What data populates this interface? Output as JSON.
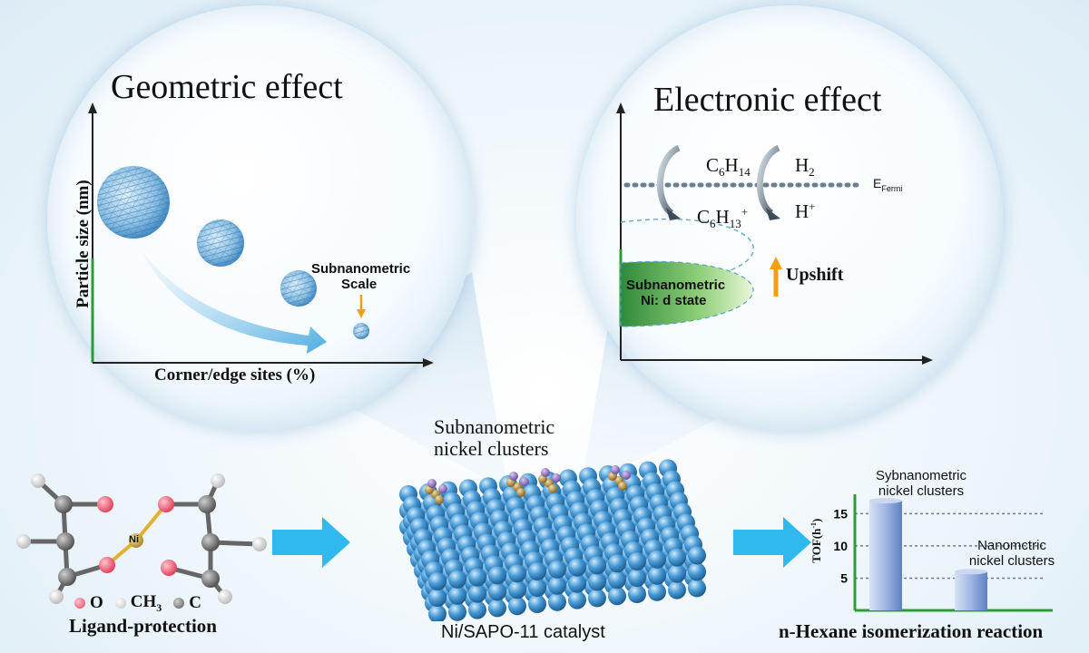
{
  "geometric": {
    "title": "Geometric effect",
    "y_axis": "Particle size (nm)",
    "x_axis": "Corner/edge sites (%)",
    "subnano_label_1": "Subnanometric",
    "subnano_label_2": "Scale"
  },
  "electronic": {
    "title": "Electronic effect",
    "c6h14": "C6H14",
    "c6h13": "C6H13+",
    "h2": "H2",
    "hplus": "H+",
    "efermi": "E",
    "efermi_sub": "Fermi",
    "dstate_1": "Subnanometric",
    "dstate_2": "Ni: d state",
    "upshift": "Upshift"
  },
  "ligand": {
    "legend_o": "O",
    "legend_ch3": "CH",
    "legend_ch3_sub": "3",
    "legend_c": "C",
    "ni_label": "Ni",
    "caption": "Ligand-protection"
  },
  "catalyst": {
    "cluster_label_1": "Subnanometric",
    "cluster_label_2": "nickel clusters",
    "caption": "Ni/SAPO-11 catalyst"
  },
  "chart_data": {
    "type": "bar",
    "categories": [
      "Sybnanometric nickel clusters",
      "Nanomctric nickel clusters"
    ],
    "values": [
      17,
      6
    ],
    "ylabel": "TOF(h-1)",
    "yticks": [
      5,
      10,
      15
    ],
    "ylim": [
      0,
      18
    ],
    "title": "n-Hexane isomerization reaction",
    "bar_color": "#9fb6e2"
  },
  "chart_text": {
    "bar1_1": "Sybnanometric",
    "bar1_2": "nickel clusters",
    "bar2_1": "Nanomctric",
    "bar2_2": "nickel clusters",
    "ylabel_main": "TOF(h",
    "ylabel_sup": "-1",
    "ylabel_end": ")"
  },
  "colors": {
    "arrow_blue": "#2fb9ee",
    "green_axis": "#2a9d3a",
    "orange_arrow": "#f2a012",
    "sphere_blue": "#4a9bd6",
    "oxygen": "#f06a7e",
    "carbon": "#707070",
    "hydrogen": "#f4f4f4"
  }
}
